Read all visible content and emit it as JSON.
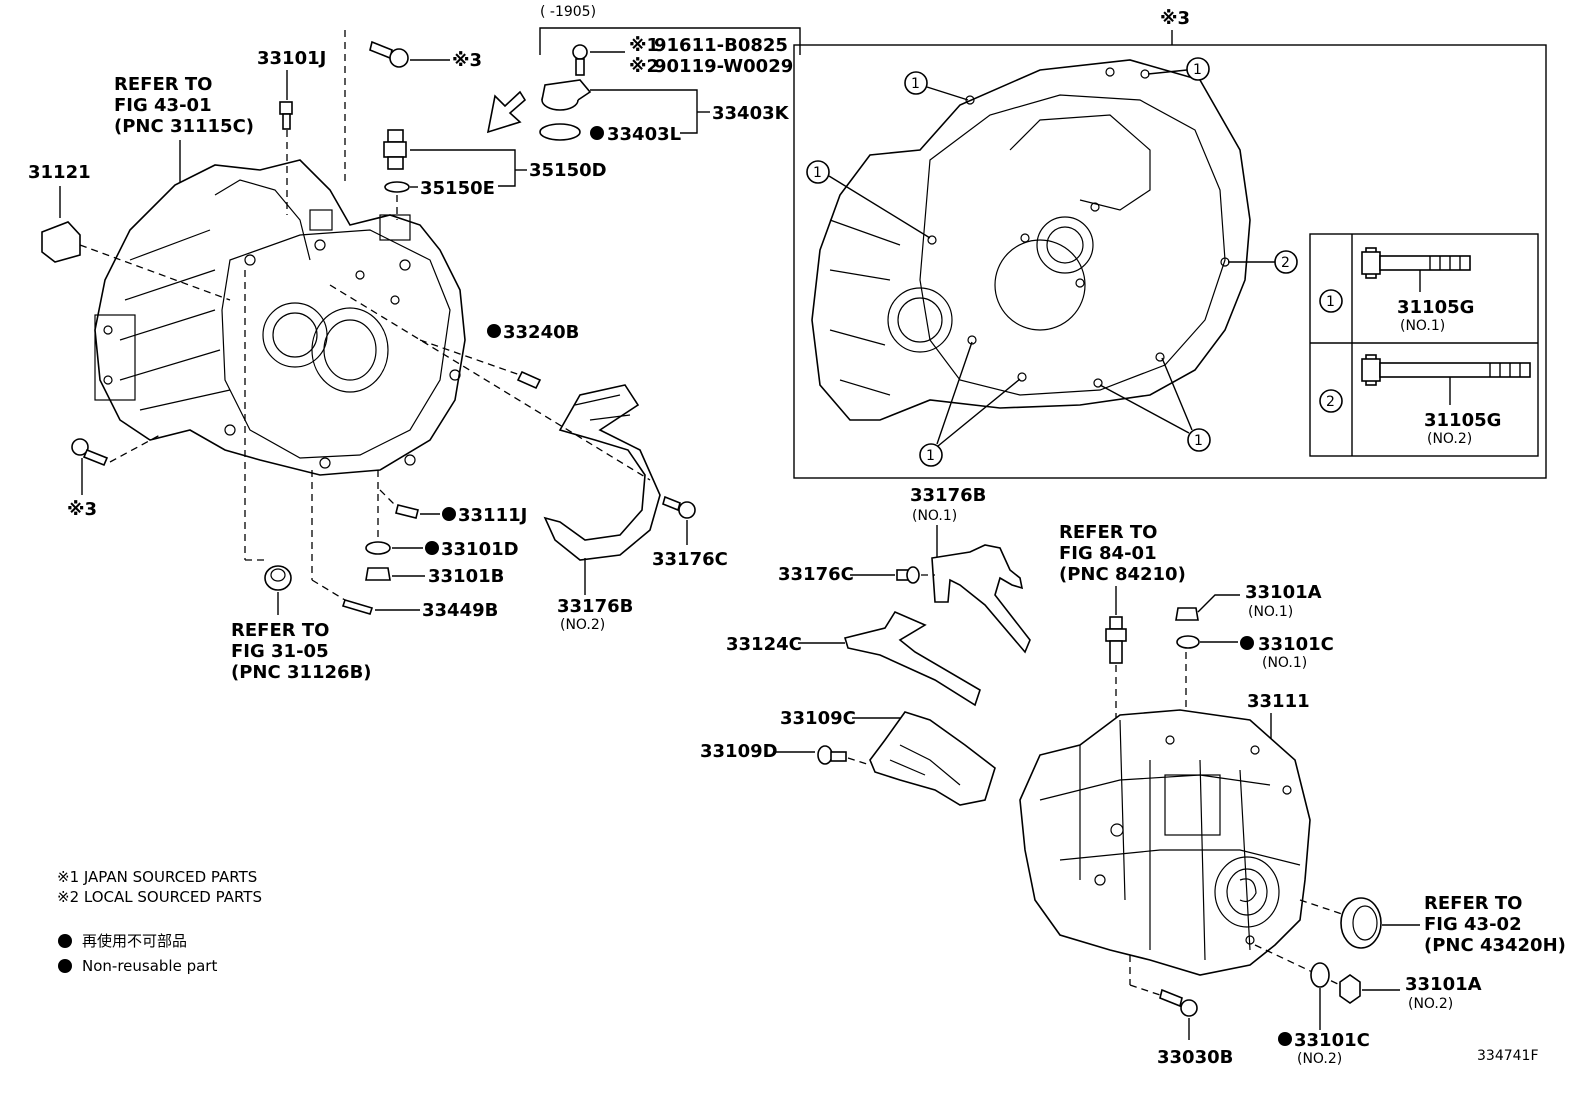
{
  "figure_id": "334741F",
  "range_note": "(    -1905)",
  "refs": {
    "fig4301": [
      "REFER TO",
      "FIG 43-01",
      "(PNC 31115C)"
    ],
    "fig3105": [
      "REFER TO",
      "FIG 31-05",
      "(PNC 31126B)"
    ],
    "fig8401": [
      "REFER TO",
      "FIG 84-01",
      "(PNC 84210)"
    ],
    "fig4302": [
      "REFER TO",
      "FIG 43-02",
      "(PNC 43420H)"
    ]
  },
  "parts": {
    "p33101J": "33101J",
    "p31121": "31121",
    "p33240B": "33240B",
    "p33111J": "33111J",
    "p33101D": "33101D",
    "p33101B": "33101B",
    "p33449B": "33449B",
    "p33176B_left": "33176B",
    "p33176B_left_sub": "(NO.2)",
    "p33176C_left": "33176C",
    "p91611": "91611-B0825",
    "p90119": "90119-W0029",
    "p33403K": "33403K",
    "p33403L": "33403L",
    "p35150E": "35150E",
    "p35150D": "35150D",
    "p33176B_right": "33176B",
    "p33176B_right_sub": "(NO.1)",
    "p33176C_right": "33176C",
    "p33124C": "33124C",
    "p33109C": "33109C",
    "p33109D": "33109D",
    "p33101A_top": "33101A",
    "p33101A_top_sub": "(NO.1)",
    "p33101C_top": "33101C",
    "p33101C_top_sub": "(NO.1)",
    "p33111": "33111",
    "p33101A_bot": "33101A",
    "p33101A_bot_sub": "(NO.2)",
    "p33101C_bot": "33101C",
    "p33101C_bot_sub": "(NO.2)",
    "p33030B": "33030B"
  },
  "marks": {
    "m1": "※1",
    "m2": "※2",
    "m3": "※3",
    "n1": "1",
    "n2": "2"
  },
  "inset": {
    "title": "※3",
    "bolt1": "31105G",
    "bolt1_sub": "(NO.1)",
    "bolt2": "31105G",
    "bolt2_sub": "(NO.2)"
  },
  "legend": {
    "l1": "※1 JAPAN SOURCED PARTS",
    "l2": "※2 LOCAL SOURCED PARTS",
    "l3": "再使用不可部品",
    "l4": "Non-reusable part"
  }
}
